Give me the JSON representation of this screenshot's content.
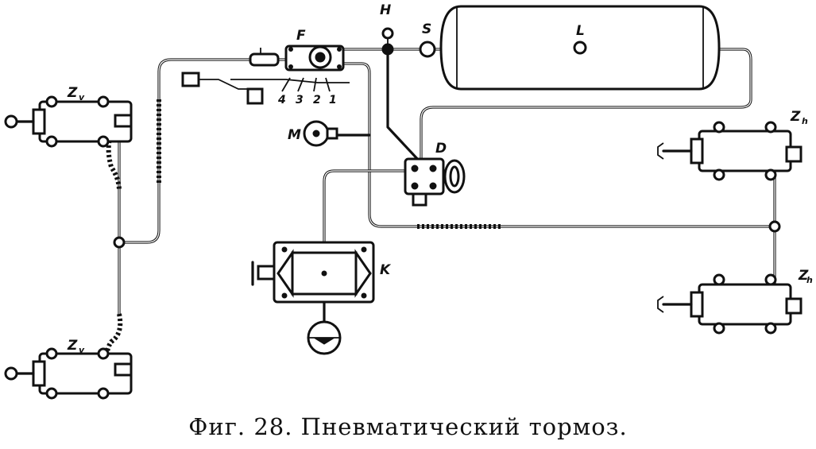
{
  "labels": {
    "F": "F",
    "H": "H",
    "S": "S",
    "L": "L",
    "M": "M",
    "D": "D",
    "K": "K",
    "zv_top": "Z",
    "zv_top_sub": "v",
    "zv_bottom": "Z",
    "zv_bottom_sub": "v",
    "zh_top": "Z",
    "zh_top_sub": "h",
    "zh_bottom": "Z",
    "zh_bottom_sub": "h",
    "num_4": "4",
    "num_3": "3",
    "num_2": "2",
    "num_1": "1"
  },
  "caption": "Фиг. 28. Пневматический тормоз."
}
